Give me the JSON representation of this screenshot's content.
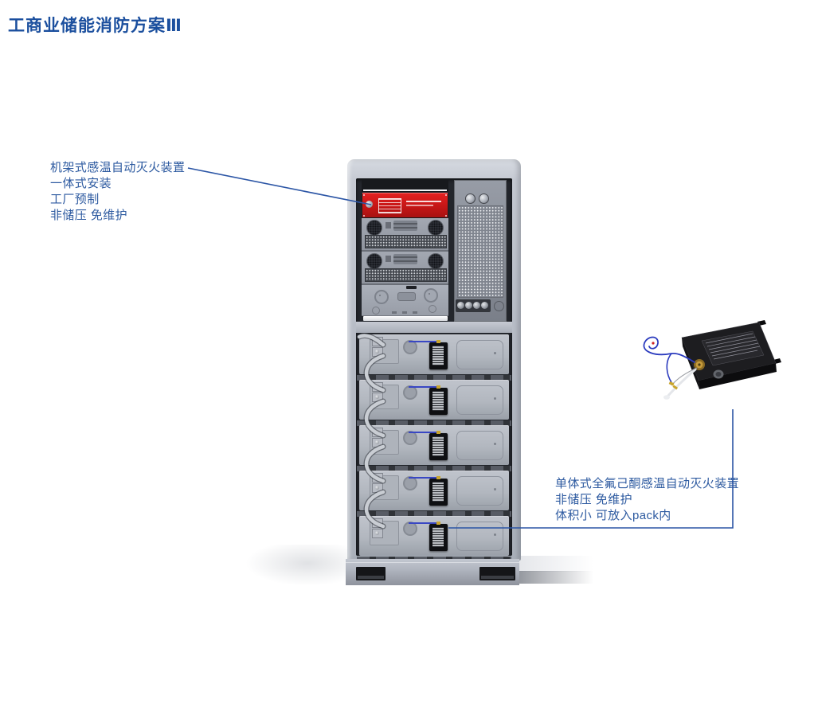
{
  "slide": {
    "title": "工商业储能消防方案Ⅲ"
  },
  "annotations": {
    "rack_device": {
      "lines": [
        "机架式感温自动灭火装置",
        "一体式安装",
        "工厂预制",
        "非储压 免维护"
      ]
    },
    "single_device": {
      "lines": [
        "单体式全氟己酮感温自动灭火装置",
        "非储压 免维护",
        "体积小 可放入pack内"
      ]
    }
  },
  "colors": {
    "title_blue": "#1b4f9e",
    "annotation_blue": "#2d5aa0",
    "leader_line_blue": "#2b55a5",
    "device_red": "#c41616",
    "cabinet_gray": "#b7bcc6",
    "sensing_wire_blue": "#3947c4"
  }
}
